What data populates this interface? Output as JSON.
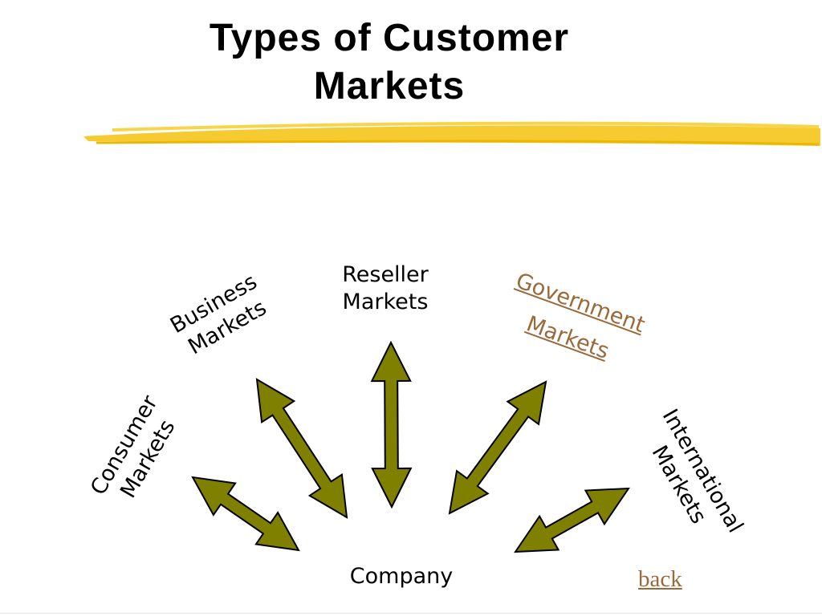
{
  "slide": {
    "title_line1": "Types of Customer",
    "title_line2": "Markets"
  },
  "diagram": {
    "center": "Company",
    "markets": [
      {
        "line1": "Consumer",
        "line2": "Markets"
      },
      {
        "line1": "Business",
        "line2": "Markets"
      },
      {
        "line1": "Reseller",
        "line2": "Markets"
      },
      {
        "line1": "Government",
        "line2": "Markets"
      },
      {
        "line1": "International",
        "line2": "Markets"
      }
    ]
  },
  "nav": {
    "back_label": "back"
  },
  "colors": {
    "arrow_fill": "#808000",
    "arrow_stroke": "#000000",
    "highlight": "#f4c20d",
    "link": "#9a6a3a"
  }
}
